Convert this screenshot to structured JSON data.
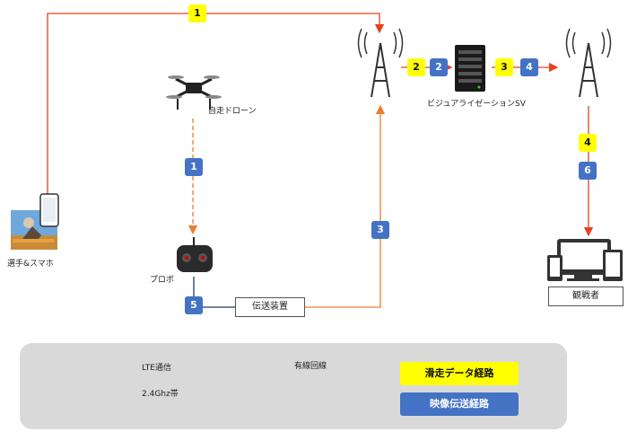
{
  "nodes": {
    "drone": "自走ドローン",
    "player": "選手&スマホ",
    "controller": "プロポ",
    "transmitter": "伝送装置",
    "server": "ビジュアライゼーションSV",
    "viewers": "観戦者"
  },
  "badges": {
    "data_path": [
      "1",
      "2",
      "3",
      "4"
    ],
    "video_path": [
      "1",
      "2",
      "3",
      "4",
      "5",
      "6"
    ]
  },
  "legend": {
    "lte": "LTE通信",
    "wired": "有線回線",
    "ghz": "2.4Ghz帯",
    "data_route": "滑走データ経路",
    "video_route": "映像伝送経路"
  },
  "colors": {
    "lte_line": "#e8401c",
    "ghz_line": "#ed7d31",
    "wired_line": "#1f3864",
    "yellow_badge": "#ffff00",
    "blue_badge": "#4472c4"
  }
}
